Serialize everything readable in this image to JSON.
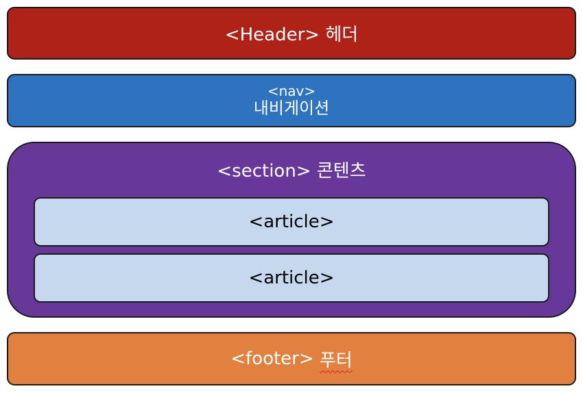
{
  "header": {
    "label": "<Header> 헤더"
  },
  "nav": {
    "tag": "<nav>",
    "label": "내비게이션"
  },
  "section": {
    "label": "<section> 콘텐츠",
    "articles": [
      {
        "label": "<article>"
      },
      {
        "label": "<article>"
      }
    ]
  },
  "footer": {
    "tag": "<footer>",
    "label": "푸터"
  },
  "colors": {
    "header": "#ae2218",
    "nav": "#2e73c0",
    "section": "#67389a",
    "article": "#c5d8ed",
    "footer": "#e2813f"
  }
}
